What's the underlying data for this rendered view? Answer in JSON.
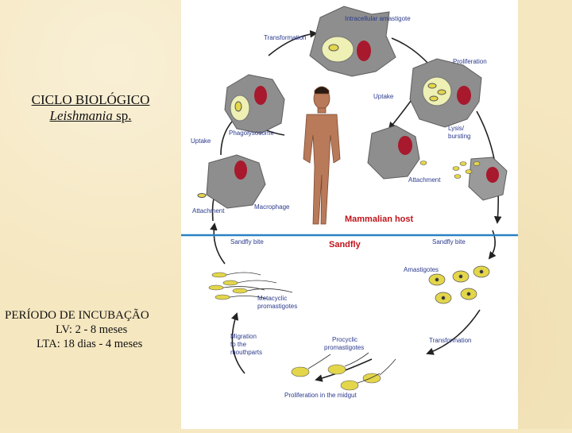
{
  "left": {
    "title_line1": "CICLO BIOLÓGICO",
    "title_genus": "Leishmania",
    "title_sp": " sp.",
    "incubation_heading": "PERÍODO DE INCUBAÇÃO",
    "incubation_lv": "LV: 2 - 8 meses",
    "incubation_lta": "LTA: 18 dias - 4 meses"
  },
  "diagram": {
    "intracellular_amastigote": "Intracellular amastigote",
    "transformation_top": "Transformation",
    "proliferation": "Proliferation",
    "uptake_right": "Uptake",
    "phagolysosome": "Phagolysosome",
    "uptake_left": "Uptake",
    "lysis_line1": "Lysis/",
    "lysis_line2": "bursting",
    "attachment_right": "Attachment",
    "macrophage": "Macrophage",
    "attachment_left": "Attachment",
    "mammalian_host": "Mammalian host",
    "sandfly_bite_left": "Sandfly bite",
    "sandfly": "Sandfly",
    "sandfly_bite_right": "Sandfly bite",
    "amastigotes": "Amastigotes",
    "metacyclic_line1": "Metacyclic",
    "metacyclic_line2": "promastigotes",
    "migration_line1": "Migration",
    "migration_line2": "to the",
    "migration_line3": "mouthparts",
    "procyclic_line1": "Procyclic",
    "procyclic_line2": "promastigotes",
    "transformation_bottom": "Transformation",
    "proliferation_midgut": "Proliferation in the midgut"
  },
  "colors": {
    "label": "#2b3a8c",
    "host_label": "#c0131a",
    "divider": "#2a82c4",
    "cell": "#8e8e8e",
    "nucleus": "#a8192e",
    "vacuole": "#eef0b4",
    "parasite": "#e3d64a"
  }
}
